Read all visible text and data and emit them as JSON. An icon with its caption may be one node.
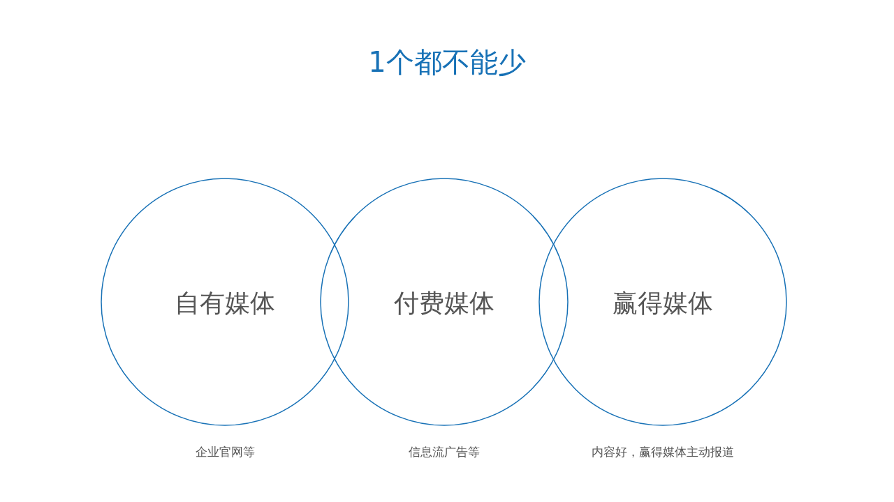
{
  "diagram": {
    "title": "1个都不能少",
    "nodes": [
      {
        "text": [
          "自有媒体"
        ],
        "beside": [
          "企业官网等"
        ]
      },
      {
        "text": [
          "付费媒体"
        ],
        "beside": [
          "信息流广告等"
        ]
      },
      {
        "text": [
          "赢得媒体"
        ],
        "beside": [
          "内容好，赢得媒体主动报道"
        ]
      }
    ],
    "edges": []
  }
}
